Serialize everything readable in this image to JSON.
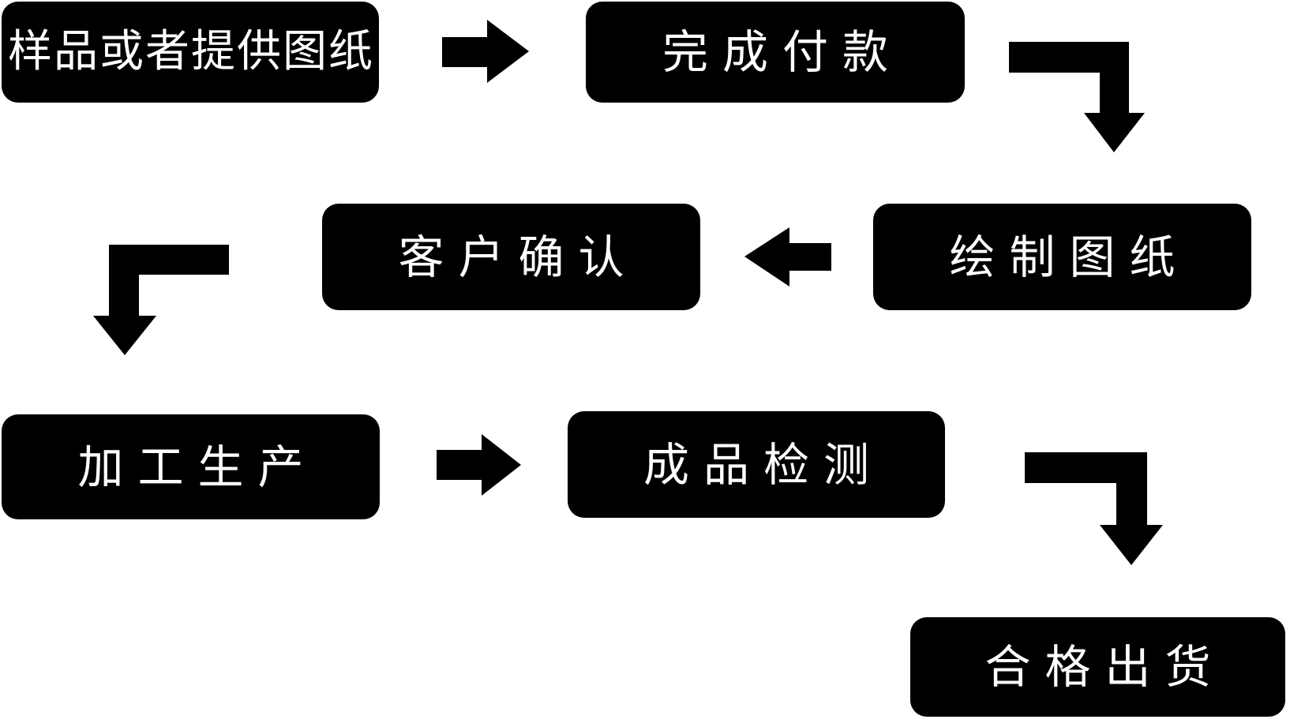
{
  "diagram": {
    "type": "flowchart",
    "background_color": "#ffffff",
    "node_fill_color": "#000000",
    "node_text_color": "#ffffff",
    "arrow_color": "#000000",
    "nodes": [
      {
        "id": "sample-or-drawing",
        "label": "样品或者提供图纸"
      },
      {
        "id": "complete-payment",
        "label": "完成付款"
      },
      {
        "id": "draw-drawing",
        "label": "绘制图纸"
      },
      {
        "id": "customer-confirm",
        "label": "客户确认"
      },
      {
        "id": "processing-production",
        "label": "加工生产"
      },
      {
        "id": "product-inspection",
        "label": "成品检测"
      },
      {
        "id": "qualified-shipment",
        "label": "合格出货"
      }
    ],
    "edges": [
      {
        "from": "样品或者提供图纸",
        "to": "完成付款",
        "shape": "straight-right"
      },
      {
        "from": "完成付款",
        "to": "绘制图纸",
        "shape": "elbow-down-right"
      },
      {
        "from": "绘制图纸",
        "to": "客户确认",
        "shape": "straight-left"
      },
      {
        "from": "客户确认",
        "to": "加工生产",
        "shape": "elbow-down-left"
      },
      {
        "from": "加工生产",
        "to": "成品检测",
        "shape": "straight-right"
      },
      {
        "from": "成品检测",
        "to": "合格出货",
        "shape": "elbow-down-right"
      }
    ]
  }
}
